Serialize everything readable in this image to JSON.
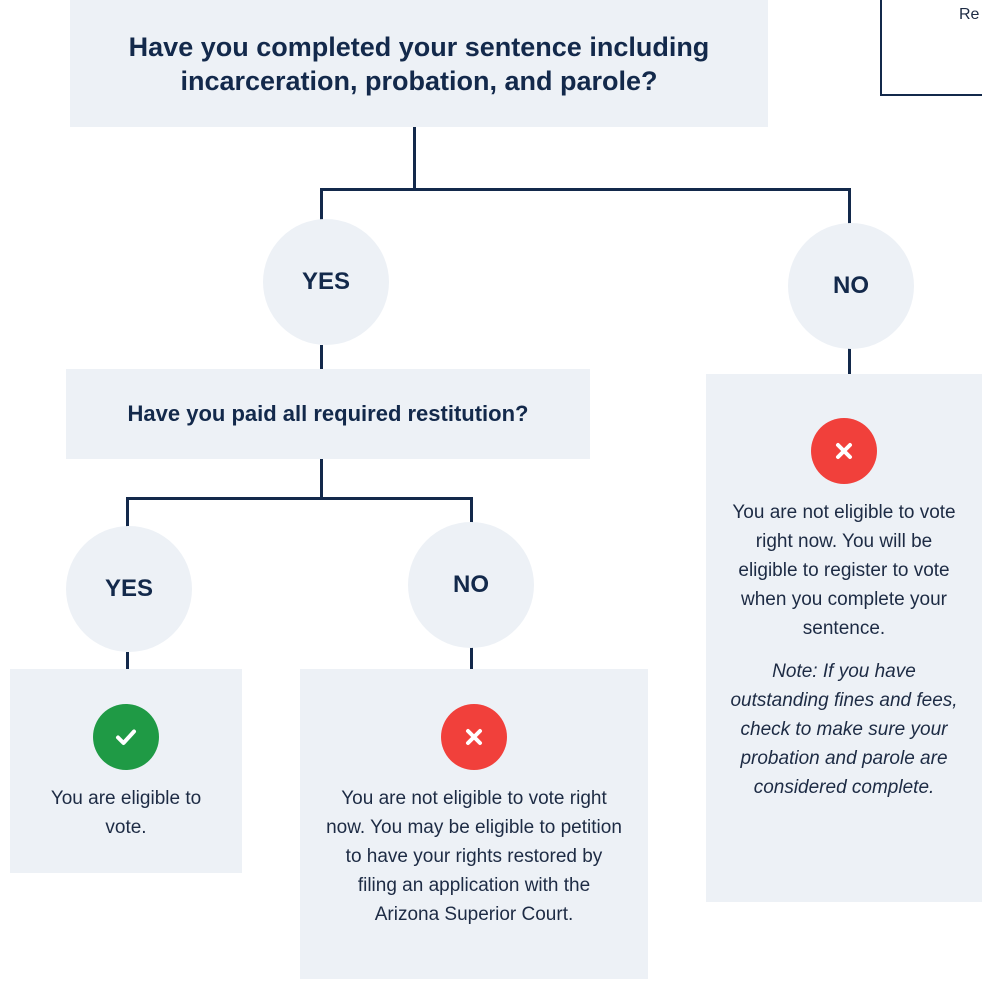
{
  "corner_fragment": "Re",
  "question_main": "Have you completed your sentence including incarceration, probation, and parole?",
  "question_restitution": "Have you paid all required restitution?",
  "branch_labels": {
    "sentence_yes": "YES",
    "sentence_no": "NO",
    "restitution_yes": "YES",
    "restitution_no": "NO"
  },
  "outcomes": {
    "eligible": {
      "text": "You are eligible to vote.",
      "icon": "check-icon",
      "color": "#1f9a45"
    },
    "restitution_unpaid": {
      "text": "You are not eligible to vote right now.  You may be eligible to petition to have your rights restored by filing an application with the Arizona Superior Court.",
      "icon": "x-icon",
      "color": "#f1403b"
    },
    "sentence_incomplete": {
      "text": "You are not eligible to vote right now. You will be eligible to register to vote when you complete your sentence.",
      "note": "Note:  If you have outstanding fines and fees, check to make sure your probation and parole are considered complete.",
      "icon": "x-icon",
      "color": "#f1403b"
    }
  },
  "colors": {
    "connector": "#13294b",
    "box_background": "#edf1f6",
    "text": "#13294b"
  }
}
